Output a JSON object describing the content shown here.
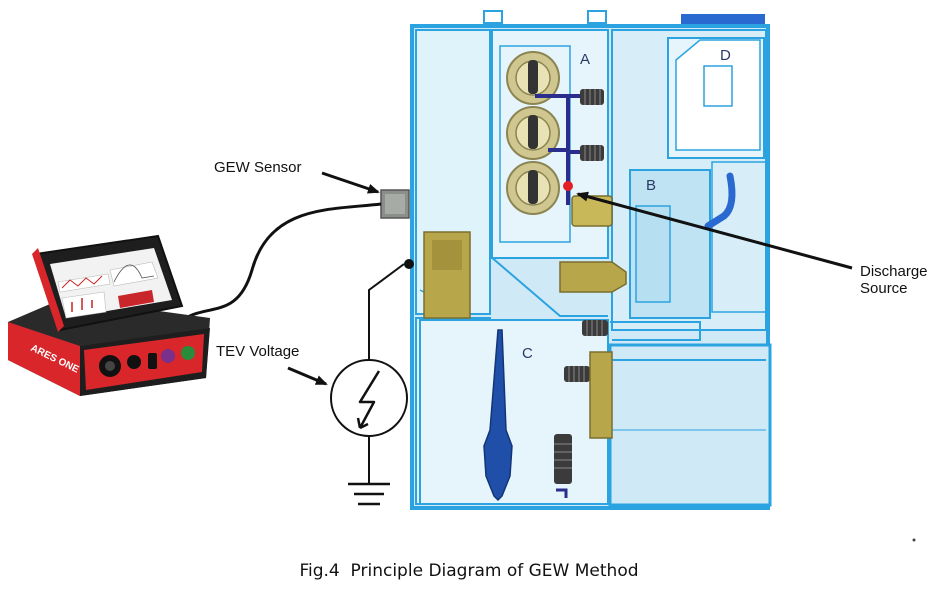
{
  "labels": {
    "gew_sensor": "GEW Sensor",
    "tev_voltage": "TEV Voltage",
    "discharge_line1": "Discharge",
    "discharge_line2": "Source",
    "zone_a": "A",
    "zone_b": "B",
    "zone_c": "C",
    "zone_d": "D"
  },
  "device": {
    "brand": "ARES ONE"
  },
  "caption": "Fig.4  Principle Diagram of GEW Method",
  "colors": {
    "cabinet_blue": "#2ba3e0",
    "cabinet_fill": "#cfeaf6",
    "busbar": "#2a2d8c",
    "device_red": "#d8262b",
    "discharge_point": "#e41e26",
    "insulator_olive": "#b8a64a"
  }
}
